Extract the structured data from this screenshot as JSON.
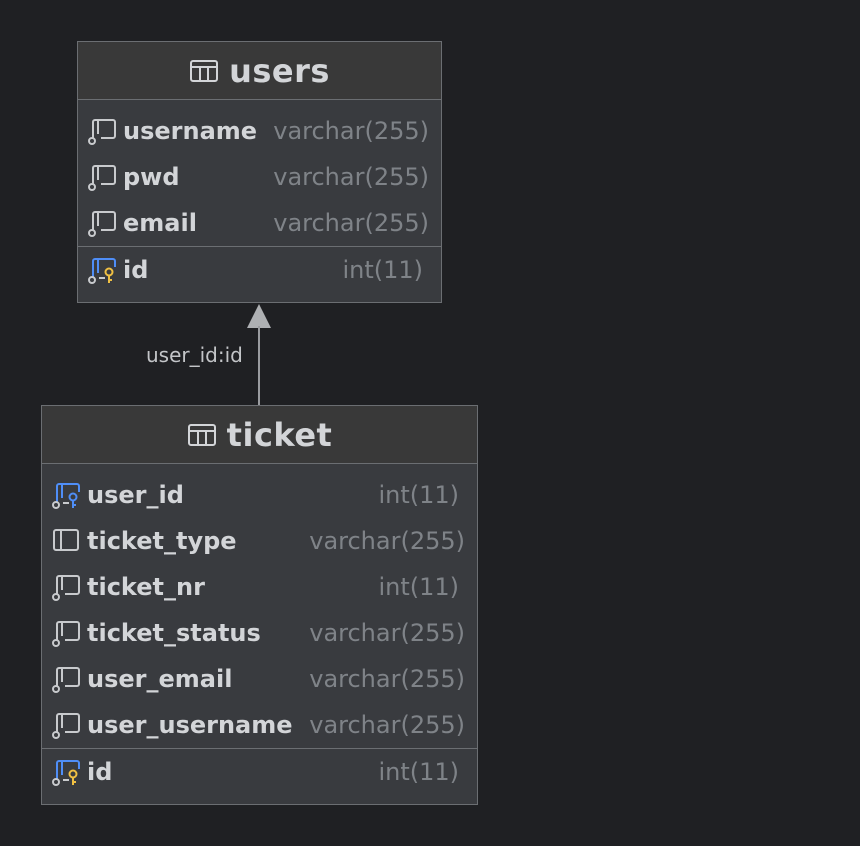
{
  "tables": {
    "users": {
      "name": "users",
      "columns": [
        {
          "name": "username",
          "type": "varchar(255)",
          "kind": "column"
        },
        {
          "name": "pwd",
          "type": "varchar(255)",
          "kind": "column"
        },
        {
          "name": "email",
          "type": "varchar(255)",
          "kind": "column"
        }
      ],
      "primary_key": {
        "name": "id",
        "type": "int(11)",
        "kind": "primary-key"
      }
    },
    "ticket": {
      "name": "ticket",
      "columns": [
        {
          "name": "user_id",
          "type": "int(11)",
          "kind": "foreign-key"
        },
        {
          "name": "ticket_type",
          "type": "varchar(255)",
          "kind": "column-nullable"
        },
        {
          "name": "ticket_nr",
          "type": "int(11)",
          "kind": "column"
        },
        {
          "name": "ticket_status",
          "type": "varchar(255)",
          "kind": "column"
        },
        {
          "name": "user_email",
          "type": "varchar(255)",
          "kind": "column"
        },
        {
          "name": "user_username",
          "type": "varchar(255)",
          "kind": "column"
        }
      ],
      "primary_key": {
        "name": "id",
        "type": "int(11)",
        "kind": "primary-key"
      }
    }
  },
  "relationship": {
    "label": "user_id:id",
    "from": "ticket",
    "to": "users"
  },
  "colors": {
    "background": "#1f2023",
    "table_body": "#393b3f",
    "border": "#6b6e72",
    "column_name": "#d3d5d8",
    "column_type": "#7f8388",
    "primary_key_accent": "#f0c043",
    "foreign_key_accent": "#4f8ef7"
  }
}
